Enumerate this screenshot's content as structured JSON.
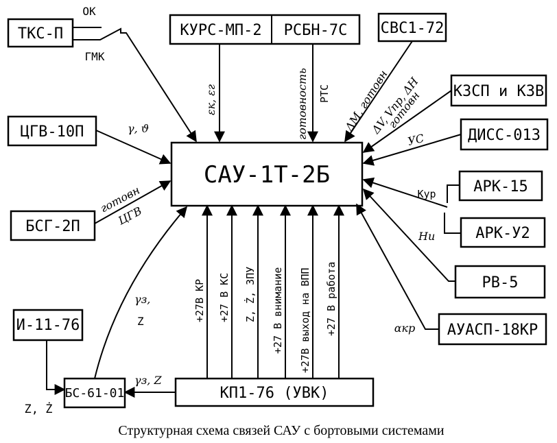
{
  "blocks": {
    "sau": "САУ-1Т-2Б",
    "tks": "ТКС-П",
    "kurs": "КУРС-МП-2",
    "rsbn": "РСБН-7С",
    "svs": "СВС1-72",
    "kzsp": "КЗСП и КЗВ",
    "diss": "ДИСС-013",
    "tsgv": "ЦГВ-10П",
    "ark15": "АРК-15",
    "bsg": "БСГ-2П",
    "arku2": "АРК-У2",
    "rv5": "РВ-5",
    "auasp": "АУАСП-18КР",
    "i11": "И-11-76",
    "bs61": "БС-61-01",
    "kp176": "КП1-76 (УВК)"
  },
  "signals": {
    "ok": "ОК",
    "gmk": "ГМК",
    "eps_k_g": "εк, εг",
    "gotovnost": "готовность",
    "rts": "РТС",
    "dm_gotovn": "ΔМ, готовн",
    "dv_line1": "ΔV, Vпр, ΔН",
    "dv_line2": "готовн",
    "us": "УС",
    "gamma_theta": "γ, ϑ",
    "gotovn": "готовн",
    "tsgv": "ЦГВ",
    "kur": "Кур",
    "h_i": "Ни",
    "alpha_kr": "αкр",
    "gamma_z": "γз,",
    "z": "Z",
    "gamma_z2": "γз, Z",
    "z_zdot": "Z, Ż",
    "b1": "+27В КР",
    "b2": "+27 В КС",
    "b3": "Z, Ż, ЗПУ",
    "b4": "+27 В внимание",
    "b5": "+27В выход на ВПП",
    "b6": "+27 В работа"
  },
  "caption": "Структурная схема связей САУ с бортовыми системами"
}
